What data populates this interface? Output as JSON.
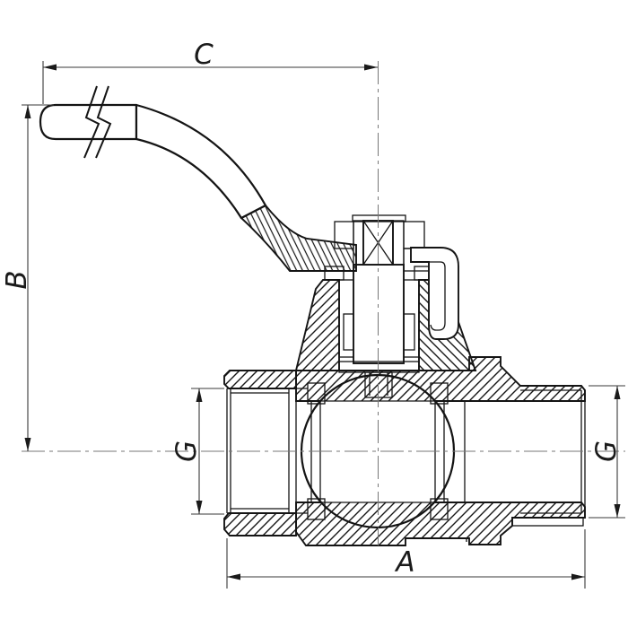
{
  "drawing": {
    "title": "Ball valve with lever handle — sectional dimension drawing",
    "type": "technical-drawing",
    "background": "#ffffff",
    "line_color": "#141414",
    "dimension_color": "#3a3a3a",
    "centerline_color": "#777777",
    "dimensions": {
      "c": {
        "label": "C",
        "orientation": "horizontal",
        "position": "top",
        "measures": "handle end to stem axis"
      },
      "b": {
        "label": "B",
        "orientation": "vertical",
        "position": "left",
        "measures": "handle top to pipe axis"
      },
      "a": {
        "label": "A",
        "orientation": "horizontal",
        "position": "bottom",
        "measures": "overall body length"
      },
      "g_left": {
        "label": "G",
        "orientation": "vertical",
        "position": "left-port",
        "measures": "female thread size"
      },
      "g_right": {
        "label": "G",
        "orientation": "vertical",
        "position": "right-port",
        "measures": "male thread size"
      }
    }
  }
}
